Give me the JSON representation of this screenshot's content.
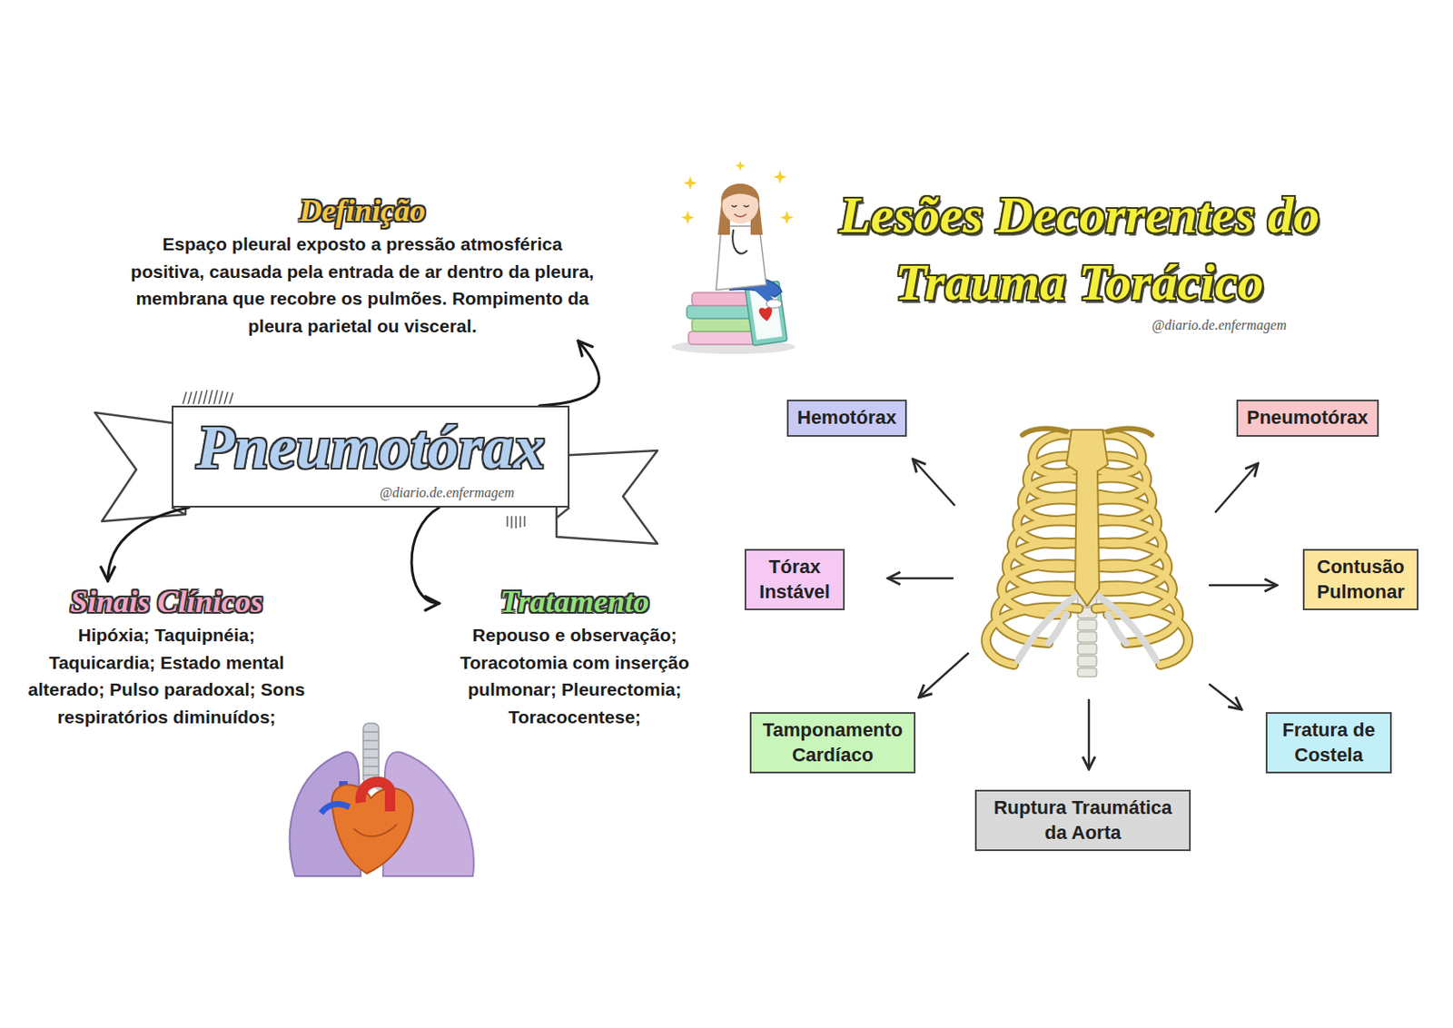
{
  "diagram": {
    "title": "Lesões Decorrentes do Trauma Torácico",
    "nodes": [
      {
        "text": [
          "Definição",
          "Espaço pleural exposto a pressão atmosférica positiva, causada pela entrada de ar dentro da pleura, membrana que recobre os pulmões. Rompimento da pleura parietal ou visceral."
        ]
      },
      {
        "text": [
          "Pneumotórax"
        ]
      },
      {
        "text": [
          "Sinais Clínicos",
          "Hipóxia; Taquipnéia; Taquicardia; Estado mental alterado; Pulso paradoxal; Sons respiratórios diminuídos;"
        ]
      },
      {
        "text": [
          "Tratamento",
          "Repouso e observação; Toracotomia com inserção pulmonar; Pleurectomia; Toracocentese;"
        ]
      },
      {
        "text": [
          "Hemotórax"
        ]
      },
      {
        "text": [
          "Pneumotórax"
        ]
      },
      {
        "text": [
          "Tórax Instável"
        ]
      },
      {
        "text": [
          "Contusão Pulmonar"
        ]
      },
      {
        "text": [
          "Tamponamento Cardíaco"
        ]
      },
      {
        "text": [
          "Fratura de Costela"
        ]
      },
      {
        "text": [
          "Ruptura Traumática da Aorta"
        ]
      }
    ],
    "edges": [
      {
        "from": 1,
        "to": 0,
        "arrow": "to"
      },
      {
        "from": 1,
        "to": 2,
        "arrow": "to"
      },
      {
        "from": 1,
        "to": 3,
        "arrow": "to"
      }
    ],
    "labels": [
      "@diario.de.enfermagem",
      "@diario.de.enfermagem"
    ]
  }
}
